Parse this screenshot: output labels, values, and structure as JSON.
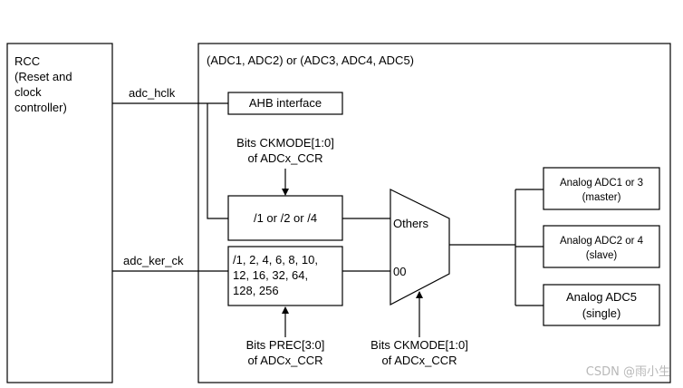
{
  "rcc": {
    "lines": [
      "RCC",
      "(Reset and",
      "clock",
      "controller)"
    ]
  },
  "adc_block": {
    "title": "(ADC1, ADC2) or (ADC3, ADC4, ADC5)"
  },
  "signals": {
    "adc_hclk": "adc_hclk",
    "adc_ker_ck": "adc_ker_ck"
  },
  "ahb_interface": "AHB interface",
  "ckmode_top": [
    "Bits CKMODE[1:0]",
    "of ADCx_CCR"
  ],
  "hclk_divider": "/1 or /2 or /4",
  "prescaler": [
    "/1, 2, 4, 6, 8, 10,",
    "12, 16, 32, 64,",
    "128, 256"
  ],
  "prec_label": [
    "Bits PREC[3:0]",
    "of ADCx_CCR"
  ],
  "ckmode_bottom": [
    "Bits CKMODE[1:0]",
    "of ADCx_CCR"
  ],
  "mux": {
    "input_top": "Others",
    "input_bottom": "00"
  },
  "outputs": [
    {
      "lines": [
        "Analog ADC1 or 3",
        "(master)"
      ]
    },
    {
      "lines": [
        "Analog ADC2 or 4",
        "(slave)"
      ]
    },
    {
      "lines": [
        "Analog ADC5",
        "(single)"
      ]
    }
  ],
  "watermark": "CSDN @雨小生"
}
